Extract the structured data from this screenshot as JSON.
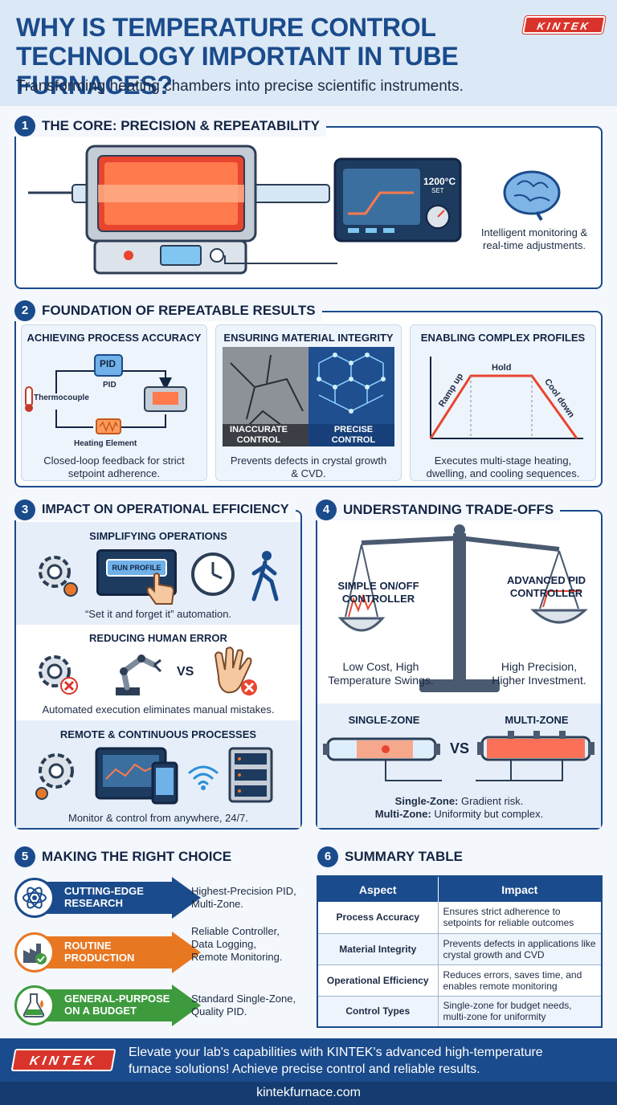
{
  "header": {
    "title_line1": "WHY IS TEMPERATURE CONTROL",
    "title_line2": "TECHNOLOGY IMPORTANT IN TUBE FURNACES?",
    "subtitle": "Transforming heating chambers into precise scientific instruments.",
    "logo": "KINTEK"
  },
  "s1": {
    "num": "1",
    "title": "THE CORE: PRECISION & REPEATABILITY",
    "display_value": "1200°C",
    "display_sub": "SET",
    "caption": "Intelligent monitoring & real-time adjustments."
  },
  "s2": {
    "num": "2",
    "title": "FOUNDATION OF REPEATABLE RESULTS",
    "card1": {
      "title": "ACHIEVING PROCESS ACCURACY",
      "pid_box": "PID",
      "pid_label": "PID",
      "thermo": "Thermocouple",
      "heating": "Heating Element",
      "caption": "Closed-loop feedback for strict setpoint adherence."
    },
    "card2": {
      "title": "ENSURING MATERIAL INTEGRITY",
      "left_label": "INACCURATE CONTROL",
      "right_label": "PRECISE CONTROL",
      "caption": "Prevents defects in crystal growth & CVD."
    },
    "card3": {
      "title": "ENABLING COMPLEX PROFILES",
      "ramp": "Ramp up",
      "hold": "Hold",
      "cool": "Cool down",
      "caption": "Executes multi-stage heating, dwelling, and cooling sequences."
    }
  },
  "s3": {
    "num": "3",
    "title": "IMPACT ON OPERATIONAL EFFICIENCY",
    "sub1": {
      "title": "SIMPLIFYING OPERATIONS",
      "button": "RUN PROFILE",
      "caption": "“Set it and forget it” automation."
    },
    "sub2": {
      "title": "REDUCING HUMAN ERROR",
      "vs": "VS",
      "caption": "Automated execution eliminates manual mistakes."
    },
    "sub3": {
      "title": "REMOTE & CONTINUOUS PROCESSES",
      "caption": "Monitor & control from anywhere, 24/7."
    }
  },
  "s4": {
    "num": "4",
    "title": "UNDERSTANDING TRADE-OFFS",
    "left_title": "SIMPLE ON/OFF CONTROLLER",
    "left_caption": "Low Cost, High Temperature Swings.",
    "right_title": "ADVANCED PID CONTROLLER",
    "right_caption": "High Precision, Higher Investment.",
    "single": "SINGLE-ZONE",
    "multi": "MULTI-ZONE",
    "vs": "VS",
    "note1_bold": "Single-Zone:",
    "note1": " Gradient risk.",
    "note2_bold": "Multi-Zone:",
    "note2": " Uniformity but complex."
  },
  "s5": {
    "num": "5",
    "title": "MAKING THE RIGHT CHOICE",
    "items": [
      {
        "label_l1": "CUTTING-EDGE",
        "label_l2": "RESEARCH",
        "desc_l1": "Highest-Precision PID,",
        "desc_l2": "Multi-Zone.",
        "desc_l3": "",
        "color": "#1a4b8c"
      },
      {
        "label_l1": "ROUTINE",
        "label_l2": "PRODUCTION",
        "desc_l1": "Reliable Controller,",
        "desc_l2": "Data Logging,",
        "desc_l3": "Remote Monitoring.",
        "color": "#e87722"
      },
      {
        "label_l1": "GENERAL-PURPOSE",
        "label_l2": "ON A BUDGET",
        "desc_l1": "Standard Single-Zone,",
        "desc_l2": "Quality PID.",
        "desc_l3": "",
        "color": "#3d9b3d"
      }
    ]
  },
  "s6": {
    "num": "6",
    "title": "SUMMARY TABLE",
    "headers": [
      "Aspect",
      "Impact"
    ],
    "rows": [
      [
        "Process Accuracy",
        "Ensures strict adherence to setpoints for reliable outcomes"
      ],
      [
        "Material Integrity",
        "Prevents defects in applications like crystal growth and CVD"
      ],
      [
        "Operational Efficiency",
        "Reduces errors, saves time, and enables remote monitoring"
      ],
      [
        "Control Types",
        "Single-zone for budget needs, multi-zone for uniformity"
      ]
    ]
  },
  "footer": {
    "logo": "KINTEK",
    "line1": "Elevate your lab's capabilities with KINTEK's advanced high-temperature",
    "line2": "furnace solutions! Achieve precise control and reliable results.",
    "url": "kintekfurnace.com"
  }
}
